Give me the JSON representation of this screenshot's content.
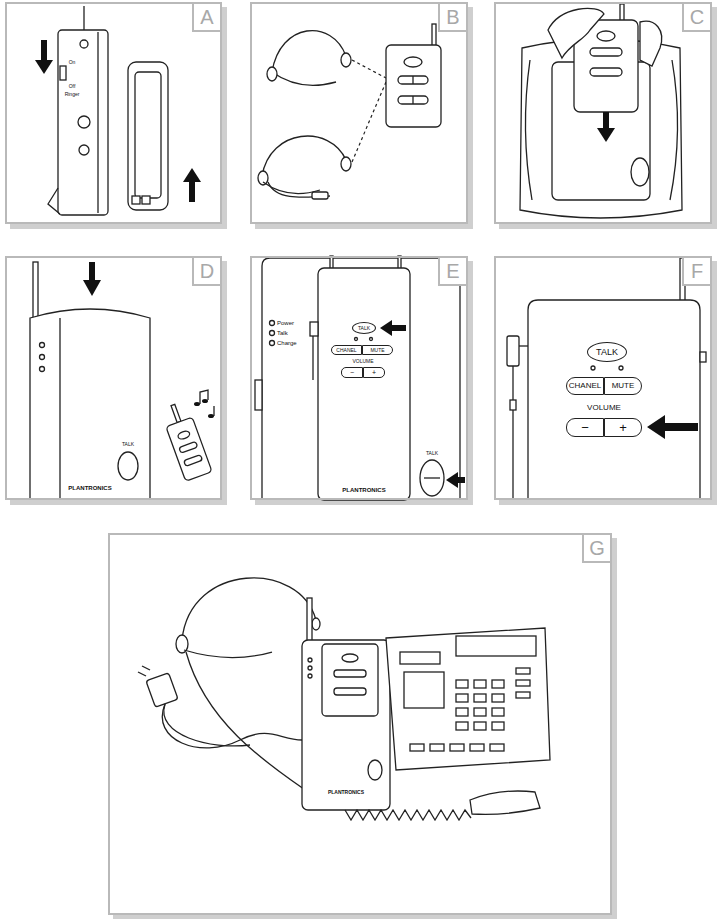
{
  "diagram": {
    "nodes": [
      {
        "text": [
          "A"
        ]
      },
      {
        "text": [
          "B"
        ]
      },
      {
        "text": [
          "C"
        ]
      },
      {
        "text": [
          "D"
        ]
      },
      {
        "text": [
          "E"
        ]
      },
      {
        "text": [
          "TALK"
        ],
        "in": 4
      },
      {
        "text": [
          "CHANEL"
        ],
        "in": 4
      },
      {
        "text": [
          "MUTE"
        ],
        "in": 4
      },
      {
        "text": [
          "−"
        ],
        "in": 4
      },
      {
        "text": [
          "+"
        ],
        "in": 4
      },
      {
        "text": [
          "F"
        ]
      },
      {
        "text": [
          "TALK"
        ],
        "in": 10
      },
      {
        "text": [
          "CHANEL"
        ],
        "in": 10
      },
      {
        "text": [
          "MUTE"
        ],
        "in": 10
      },
      {
        "text": [
          "−"
        ],
        "in": 10
      },
      {
        "text": [
          "+"
        ],
        "in": 10
      },
      {
        "text": [
          "G"
        ]
      }
    ],
    "labels": [
      "On",
      "Off",
      "Ringer",
      "Power",
      "Talk",
      "Charge",
      "VOLUME",
      "TALK",
      "PLANTRONICS",
      "VOLUME",
      "PLANTRONICS",
      "TALK",
      "PLANTRONICS"
    ]
  }
}
